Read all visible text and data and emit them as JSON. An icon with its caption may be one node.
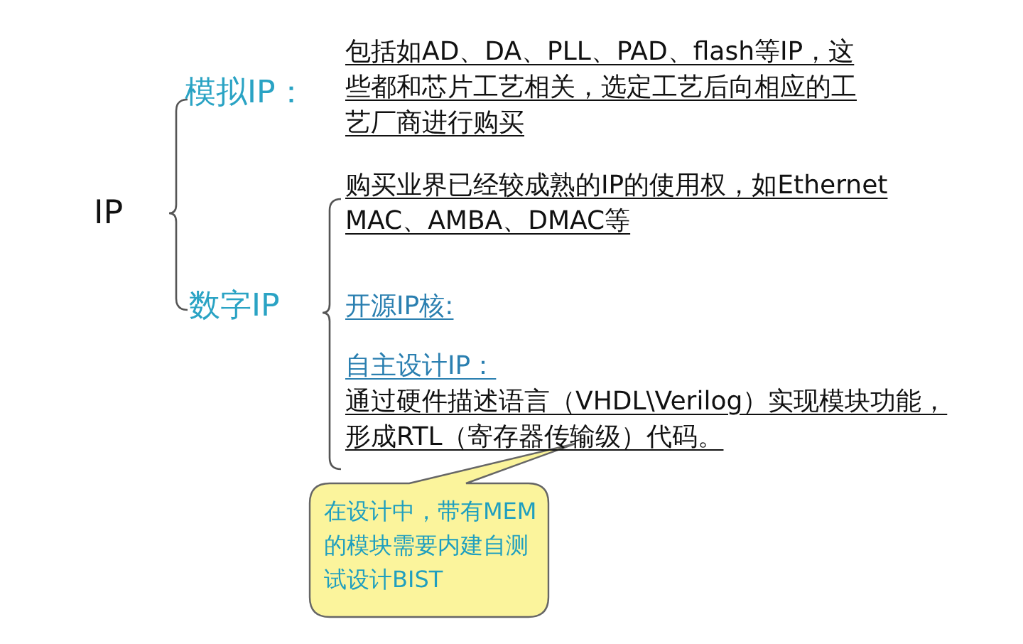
{
  "diagram": {
    "nodes": [
      {
        "text": [
          "在设计中，带有MEM的模块需要内建自测试设计BIST"
        ]
      }
    ],
    "labels": [
      "IP",
      "模拟IP：",
      "包括如AD、DA、PLL、PAD、flash等IP，这些都和芯片工艺相关，选定工艺后向相应的工艺厂商进行购买",
      "数字IP",
      "购买业界已经较成熟的IP的使用权，如Ethernet MAC、AMBA、DMAC等",
      "开源IP核:",
      "自主设计IP：",
      "通过硬件描述语言（VHDL\\Verilog）实现模块功能，形成RTL（寄存器传输级）代码。"
    ]
  }
}
